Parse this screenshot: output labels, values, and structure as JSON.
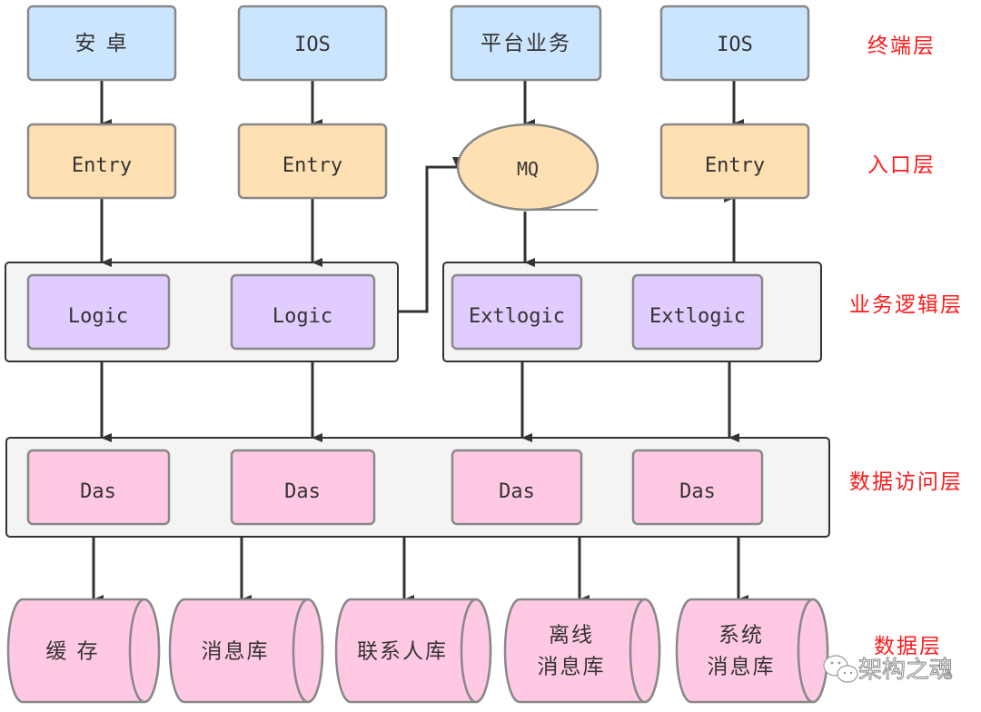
{
  "layers": {
    "terminal": "终端层",
    "entry": "入口层",
    "logic": "业务逻辑层",
    "data_access": "数据访问层",
    "data": "数据层"
  },
  "terminal_nodes": [
    "安 卓",
    "IOS",
    "平台业务",
    "IOS"
  ],
  "entry_nodes": [
    "Entry",
    "Entry",
    "Entry"
  ],
  "mq_node": "MQ",
  "logic_nodes": [
    "Logic",
    "Logic"
  ],
  "extlogic_nodes": [
    "Extlogic",
    "Extlogic"
  ],
  "das_nodes": [
    "Das",
    "Das",
    "Das",
    "Das"
  ],
  "data_stores": [
    {
      "line1": "缓 存",
      "line2": ""
    },
    {
      "line1": "消息库",
      "line2": ""
    },
    {
      "line1": "联系人库",
      "line2": ""
    },
    {
      "line1": "离线",
      "line2": "消息库"
    },
    {
      "line1": "系统",
      "line2": "消息库"
    }
  ],
  "watermark": "架构之魂",
  "colors": {
    "terminal_fill": "#cce5ff",
    "entry_fill": "#ffe0b2",
    "logic_fill": "#e1ccff",
    "das_fill": "#ffc9e3",
    "group_fill": "#f5f5f5",
    "layer_label": "#ff1a1a",
    "arrow": "#333333"
  }
}
